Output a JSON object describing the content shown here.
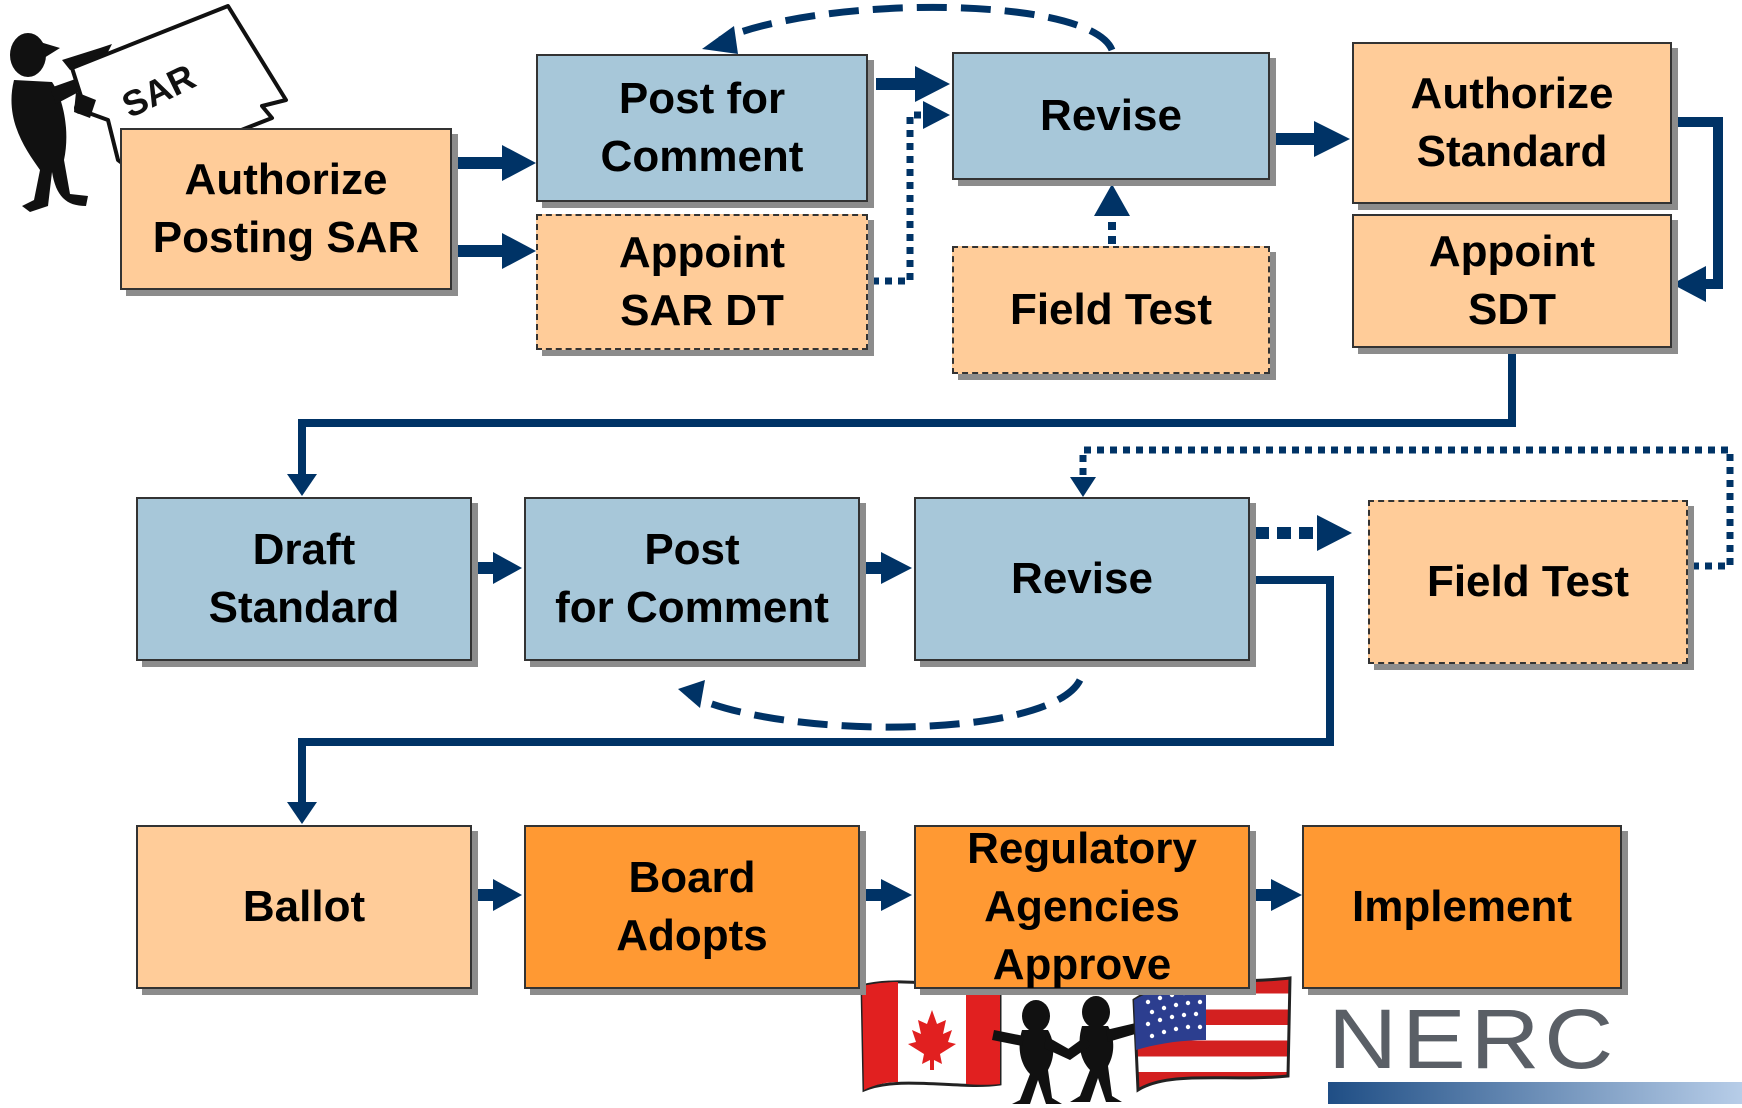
{
  "boxes": {
    "authorize_posting_sar": "Authorize\nPosting SAR",
    "post_for_comment_1": "Post for\nComment",
    "appoint_sar_dt": "Appoint\nSAR DT",
    "revise_1": "Revise",
    "field_test_1": "Field Test",
    "authorize_standard": "Authorize\nStandard",
    "appoint_sdt": "Appoint\nSDT",
    "draft_standard": "Draft\nStandard",
    "post_for_comment_2": "Post\nfor Comment",
    "revise_2": "Revise",
    "field_test_2": "Field Test",
    "ballot": "Ballot",
    "board_adopts": "Board\nAdopts",
    "regulatory_agencies_approve": "Regulatory\nAgencies\nApprove",
    "implement": "Implement"
  },
  "sign_label": "SAR",
  "logo_text": "NERC",
  "colors": {
    "blue_box": "#a7c7d9",
    "peach_box": "#ffcc99",
    "orange_box": "#ff9933",
    "arrow": "#003366",
    "logo_gray": "#5a5f66"
  }
}
